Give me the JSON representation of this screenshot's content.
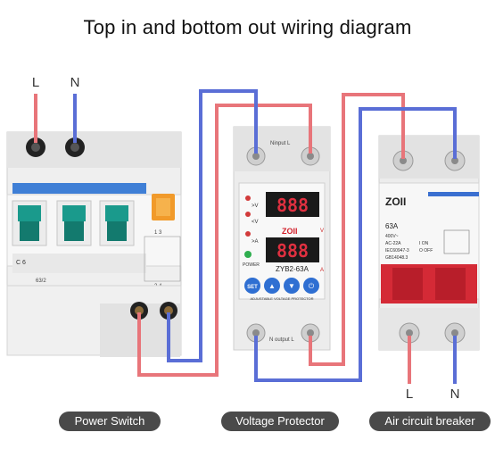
{
  "title": "Top in and bottom out wiring diagram",
  "terminals": {
    "top_left_l": "L",
    "top_left_n": "N",
    "bottom_right_l": "L",
    "bottom_right_n": "N"
  },
  "power_switch": {
    "rating_primary": "C 6",
    "rating_secondary": "63/2",
    "marks_right": "1 3",
    "marks_right_bottom": "2 4"
  },
  "voltage_protector": {
    "top_label": "Ninput L",
    "bottom_label": "N output L",
    "display_top": "888",
    "display_bottom": "888",
    "indicator_labels": [
      ">V",
      "<V",
      ">A"
    ],
    "unit_v": "V",
    "unit_a": "A",
    "brand": "ZOII",
    "model": "ZYB2-63A",
    "power_label": "POWER",
    "buttons": [
      "SET",
      "▲",
      "▼",
      "⏻"
    ],
    "footer_text": "ADJUSTABLE VOLTAGE PROTECTOR"
  },
  "air_breaker": {
    "brand": "ZOII",
    "rating": "63A",
    "spec_line_1": "400V~",
    "spec_line_2": "AC-22A",
    "spec_line_3": "IEC60947-3",
    "spec_line_4": "GB14048.3",
    "on_label": "I ON",
    "off_label": "O OFF"
  },
  "captions": [
    "Power Switch",
    "Voltage Protector",
    "Air circuit breaker"
  ],
  "colors": {
    "line_wire": "#e8757a",
    "neutral_wire": "#5a6ed6",
    "breaker_red": "#d42a36",
    "toggle_teal": "#1a9a8c",
    "caption_bg": "#4a4a4a",
    "display_bg": "#1a1a1a",
    "display_digits": "#e03040"
  }
}
